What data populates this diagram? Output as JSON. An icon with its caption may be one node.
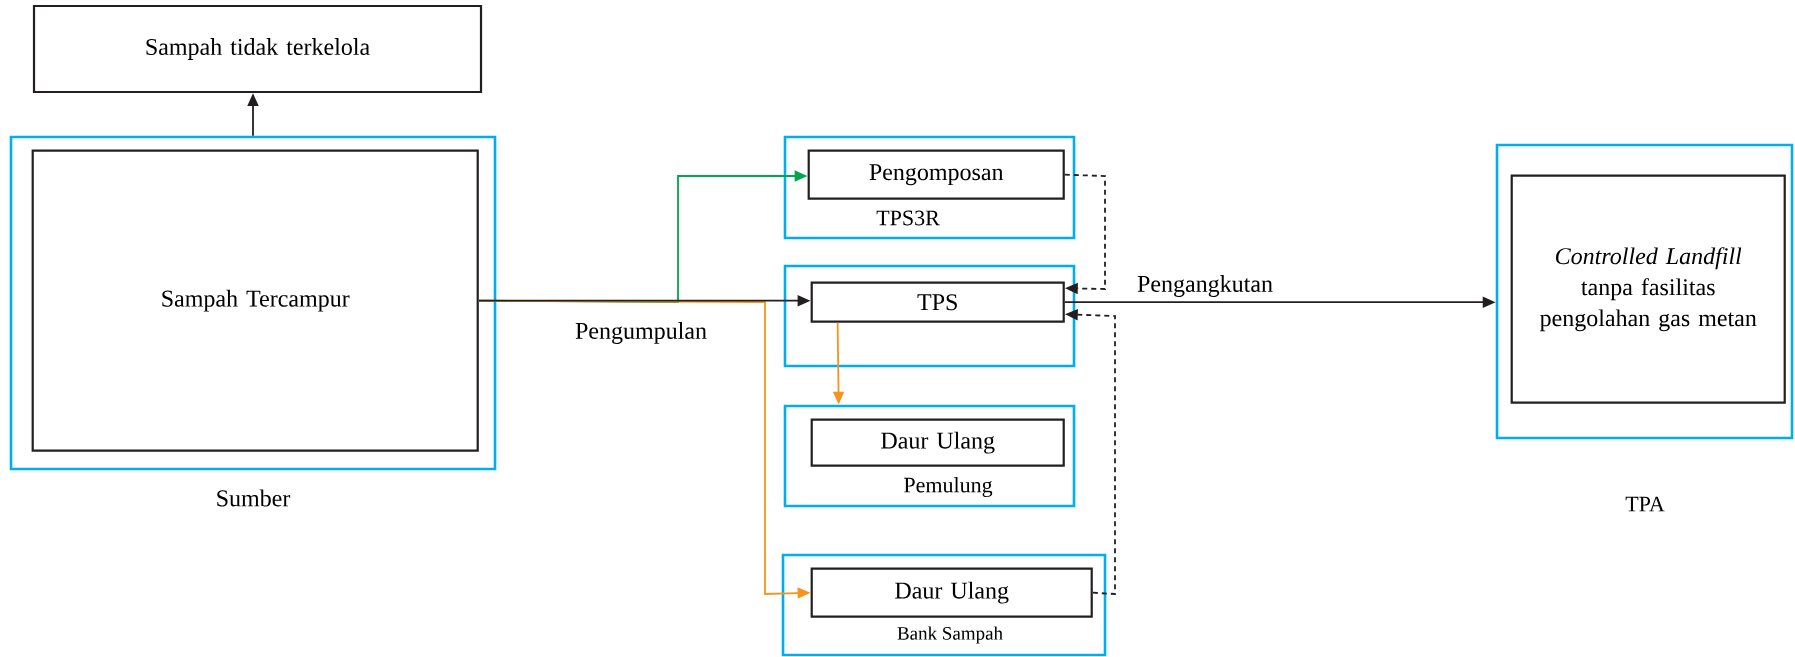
{
  "diagram": {
    "nodes": [
      {
        "text": [
          "Sampah tidak terkelola"
        ]
      },
      {
        "text": [
          "Sumber"
        ]
      },
      {
        "text": [
          "Sampah Tercampur"
        ],
        "in": 1
      },
      {
        "text": [
          "TPS3R"
        ]
      },
      {
        "text": [
          "Pengomposan"
        ],
        "in": 3
      },
      {
        "text": [],
        "shape": "box"
      },
      {
        "text": [
          "TPS"
        ],
        "in": 5
      },
      {
        "text": [
          "Pemulung"
        ]
      },
      {
        "text": [
          "Daur Ulang"
        ],
        "in": 7
      },
      {
        "text": [
          "Bank Sampah"
        ]
      },
      {
        "text": [
          "Daur Ulang"
        ],
        "in": 9
      },
      {
        "text": [
          "TPA"
        ]
      },
      {
        "text": [
          "*Controlled Landfill* tanpa fasilitas pengolahan gas metan"
        ],
        "in": 11
      }
    ],
    "edges": [
      {
        "from": 1,
        "to": 0,
        "arrow": "to"
      },
      {
        "from": 2,
        "to": 6,
        "arrow": "to",
        "label": "Pengumpulan"
      },
      {
        "from": 2,
        "to": 4,
        "arrow": "to",
        "color": "#00a650"
      },
      {
        "from": 2,
        "to": 10,
        "arrow": "to",
        "color": "#f7941d"
      },
      {
        "from": 6,
        "to": 7,
        "arrow": "to",
        "color": "#f7941d"
      },
      {
        "from": 4,
        "to": 6,
        "arrow": "to",
        "style": "dashed"
      },
      {
        "from": 10,
        "to": 6,
        "arrow": "to",
        "style": "dashed"
      },
      {
        "from": 6,
        "to": 11,
        "arrow": "to",
        "label": "Pengangkutan"
      }
    ]
  }
}
